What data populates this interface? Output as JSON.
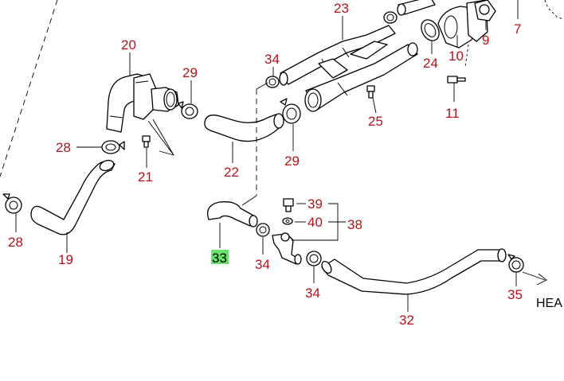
{
  "labels": {
    "p7": "7",
    "p9": "9",
    "p10": "10",
    "p11": "11",
    "p19": "19",
    "p20": "20",
    "p21": "21",
    "p22": "22",
    "p23": "23",
    "p24": "24",
    "p25": "25",
    "p28a": "28",
    "p28b": "28",
    "p29a": "29",
    "p29b": "29",
    "p32": "32",
    "p33": "33",
    "p34a": "34",
    "p34b": "34",
    "p34c": "34",
    "p35": "35",
    "p38": "38",
    "p39": "39",
    "p40": "40"
  },
  "direction_text": "HEA",
  "colors": {
    "label": "#b3121b",
    "highlight": "#66e26a",
    "line": "#000000"
  },
  "highlighted_part": "33"
}
